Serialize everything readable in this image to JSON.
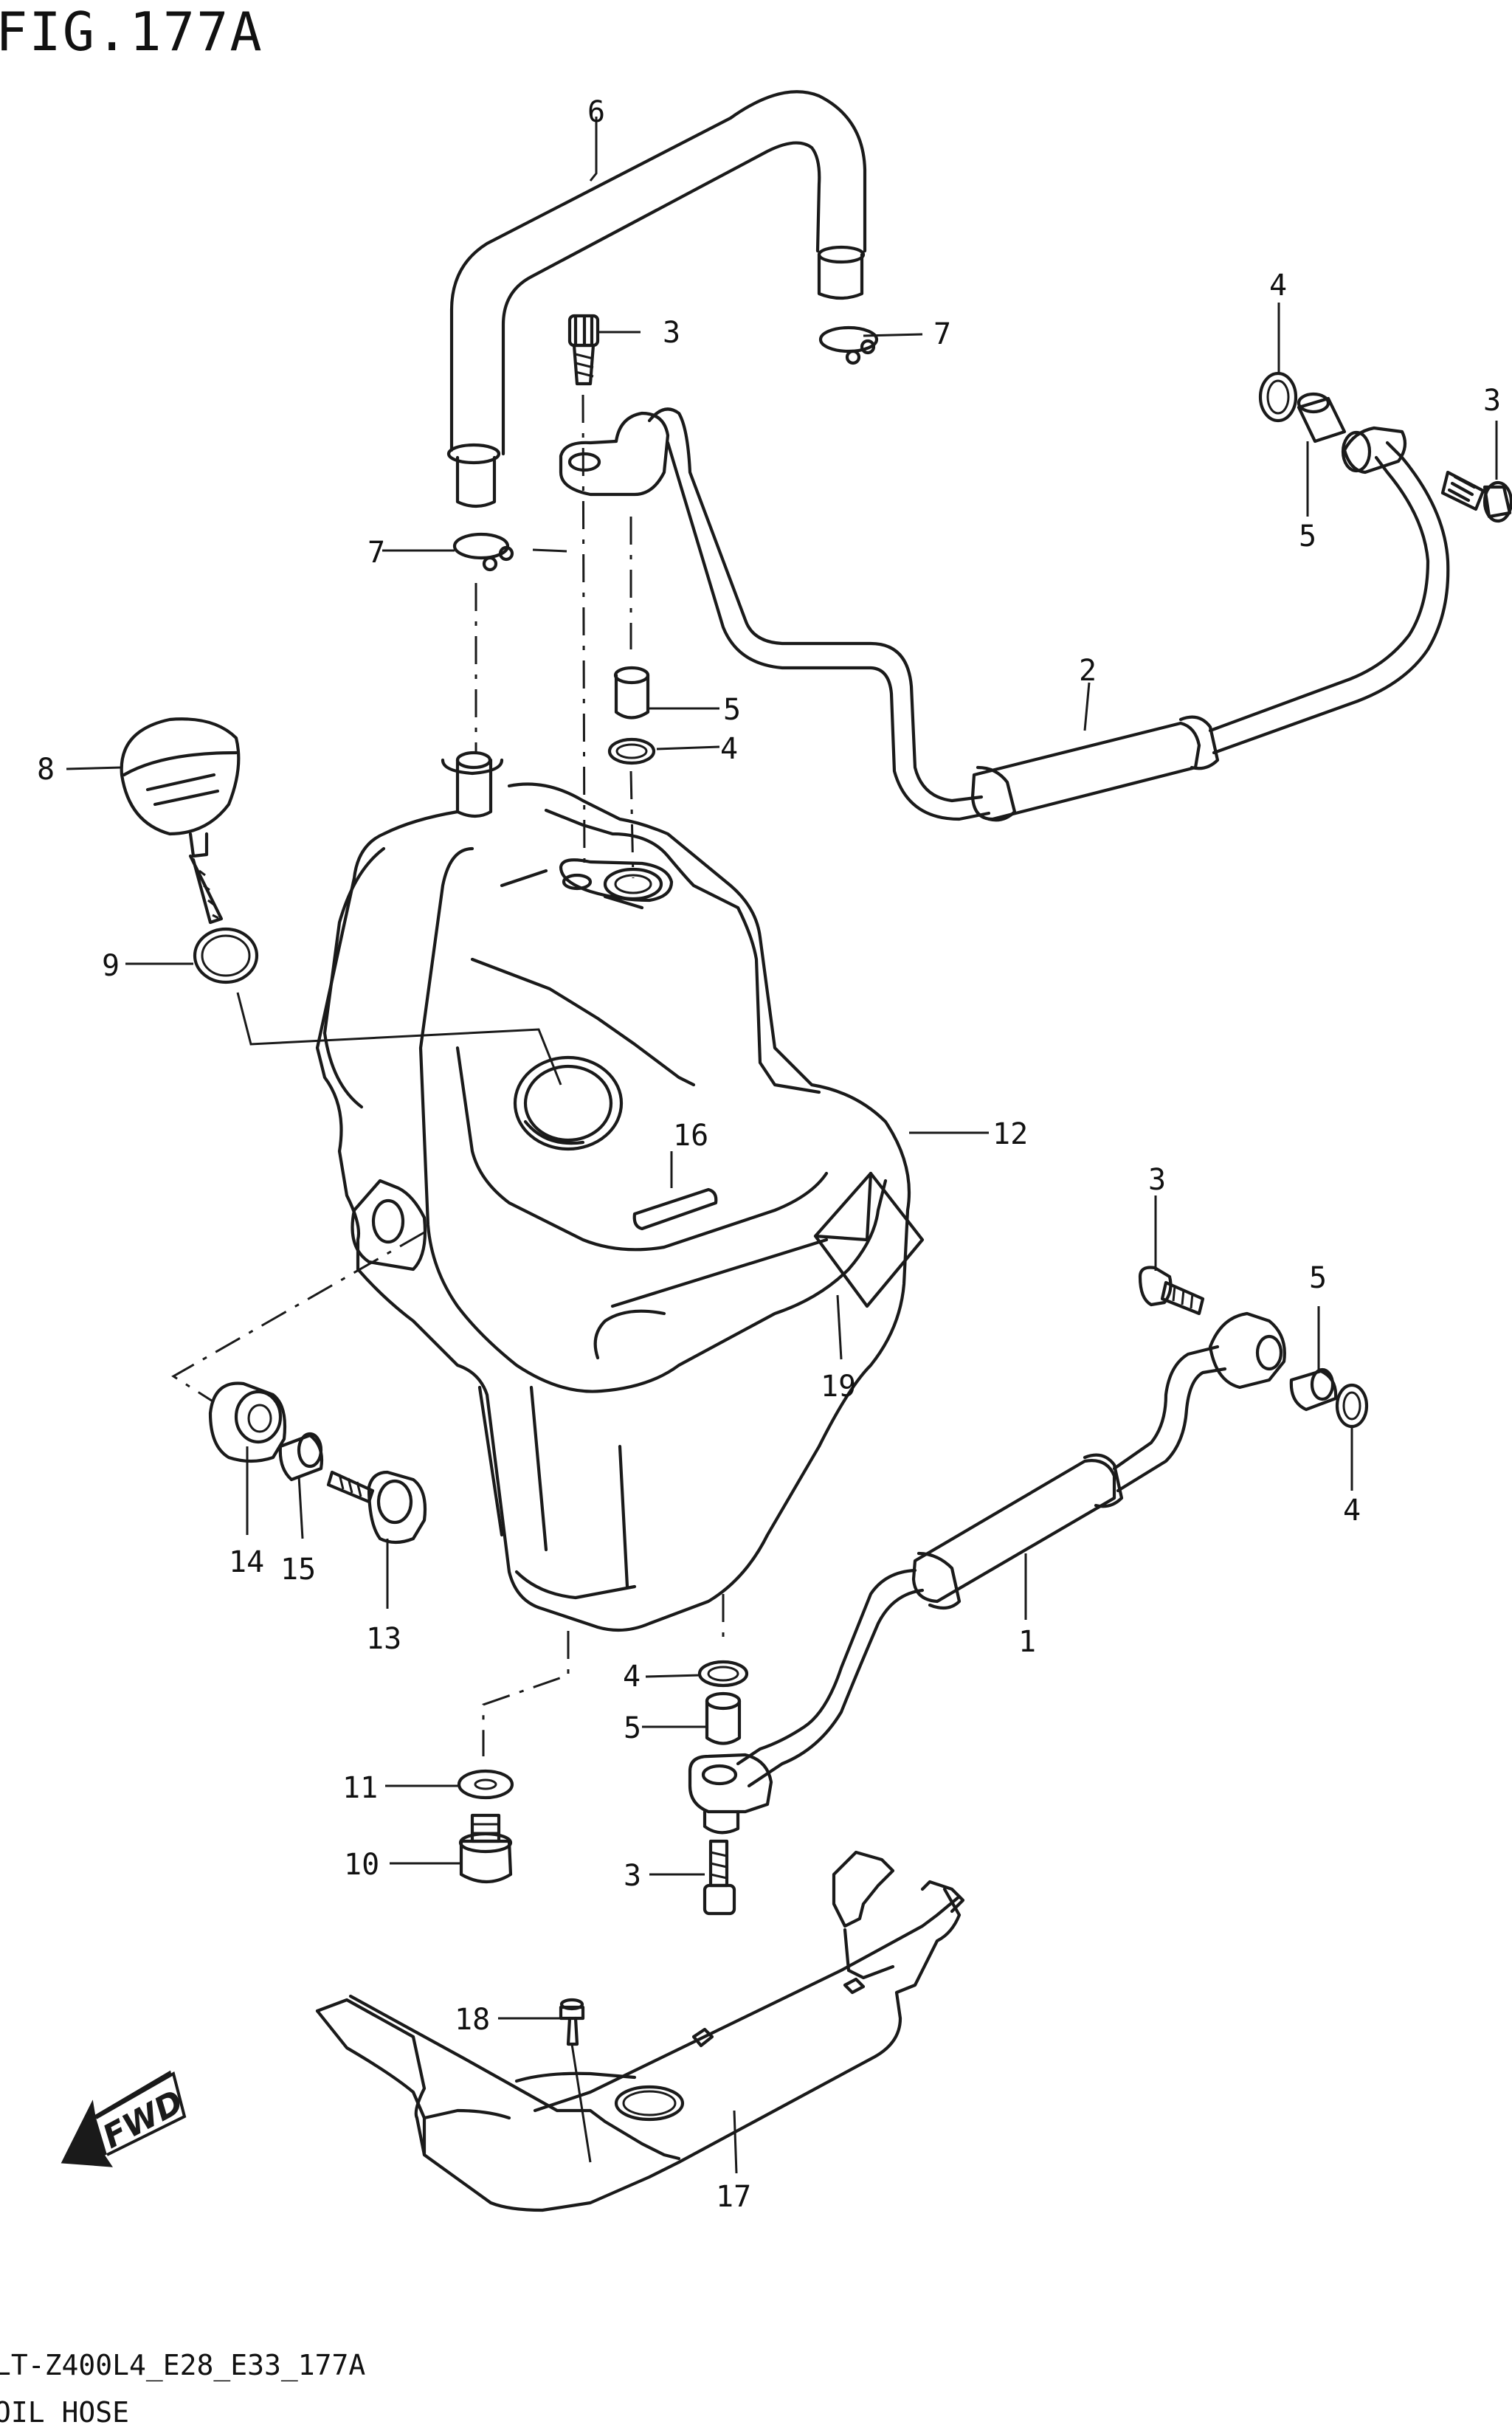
{
  "figure": {
    "title": "FIG.177A"
  },
  "callouts": [
    {
      "id": "c1",
      "label": "1"
    },
    {
      "id": "c2",
      "label": "2"
    },
    {
      "id": "c3a",
      "label": "3"
    },
    {
      "id": "c3b",
      "label": "3"
    },
    {
      "id": "c3c",
      "label": "3"
    },
    {
      "id": "c3d",
      "label": "3"
    },
    {
      "id": "c4a",
      "label": "4"
    },
    {
      "id": "c4b",
      "label": "4"
    },
    {
      "id": "c4c",
      "label": "4"
    },
    {
      "id": "c4d",
      "label": "4"
    },
    {
      "id": "c5a",
      "label": "5"
    },
    {
      "id": "c5b",
      "label": "5"
    },
    {
      "id": "c5c",
      "label": "5"
    },
    {
      "id": "c5d",
      "label": "5"
    },
    {
      "id": "c6",
      "label": "6"
    },
    {
      "id": "c7a",
      "label": "7"
    },
    {
      "id": "c7b",
      "label": "7"
    },
    {
      "id": "c8",
      "label": "8"
    },
    {
      "id": "c9",
      "label": "9"
    },
    {
      "id": "c10",
      "label": "10"
    },
    {
      "id": "c11",
      "label": "11"
    },
    {
      "id": "c12",
      "label": "12"
    },
    {
      "id": "c13",
      "label": "13"
    },
    {
      "id": "c14",
      "label": "14"
    },
    {
      "id": "c15",
      "label": "15"
    },
    {
      "id": "c16",
      "label": "16"
    },
    {
      "id": "c17",
      "label": "17"
    },
    {
      "id": "c18",
      "label": "18"
    },
    {
      "id": "c19",
      "label": "19"
    }
  ],
  "fwd_label": "FWD",
  "footer": {
    "model_code": "LT-Z400L4_E28_E33_177A",
    "caption": "OIL HOSE"
  }
}
